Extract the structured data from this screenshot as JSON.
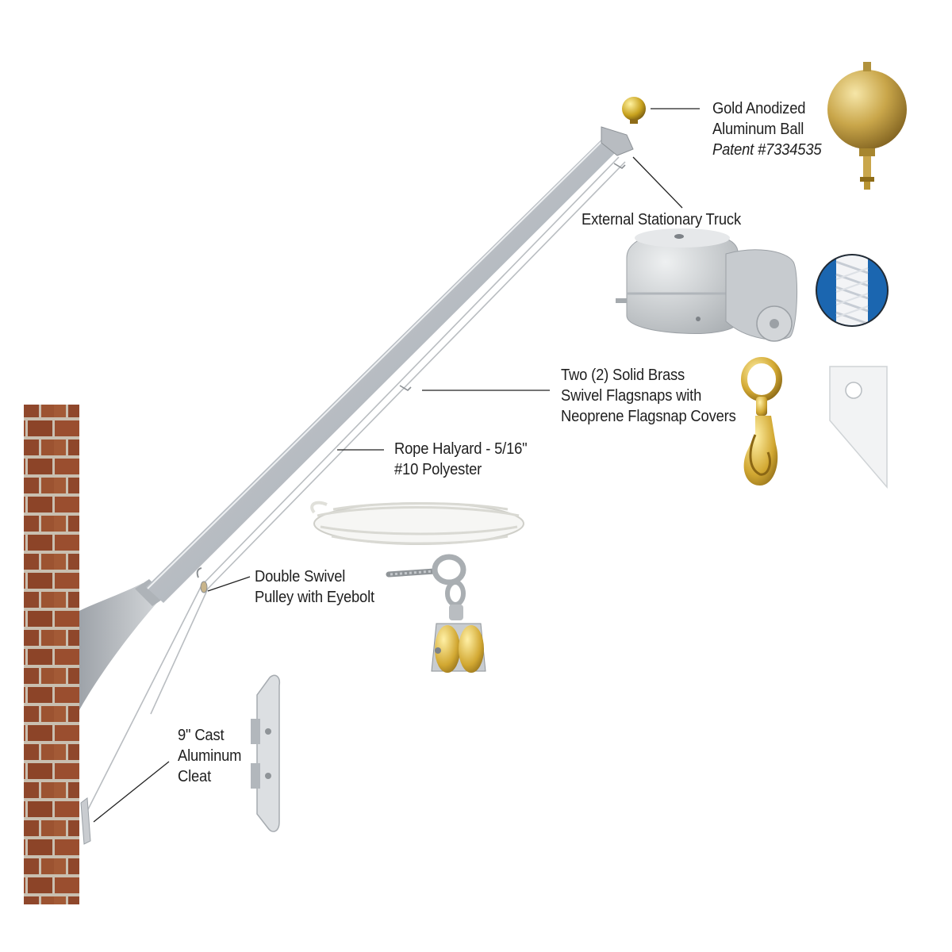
{
  "callouts": {
    "ball": {
      "line1": "Gold Anodized",
      "line2": "Aluminum Ball",
      "line3": "Patent #7334535"
    },
    "truck": {
      "line1": "External Stationary Truck"
    },
    "flagsnaps": {
      "line1": "Two (2) Solid Brass",
      "line2": "Swivel Flagsnaps with",
      "line3": "Neoprene Flagsnap Covers"
    },
    "halyard": {
      "line1": "Rope Halyard - 5/16\"",
      "line2": "#10 Polyester"
    },
    "pulley": {
      "line1": "Double Swivel",
      "line2": "Pulley with Eyebolt"
    },
    "cleat": {
      "line1": "9\" Cast",
      "line2": "Aluminum",
      "line3": "Cleat"
    }
  },
  "colors": {
    "brick": "#9a4e2f",
    "mortar": "#c9bfb0",
    "pole": "#c3c7cc",
    "gold": "#c9a64a",
    "rope_blue": "#1b66b0"
  }
}
